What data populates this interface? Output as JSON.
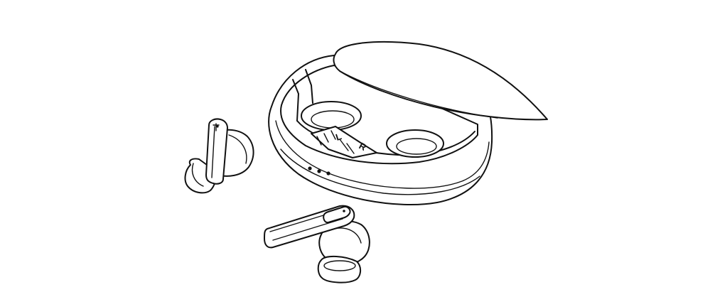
{
  "illustration": {
    "subject": "earbuds-and-charging-case",
    "colors": {
      "line": "#111111",
      "background": "#ffffff"
    },
    "case": {
      "slot_labels": [
        "L",
        "R"
      ],
      "indicator_led_count": 3
    }
  }
}
